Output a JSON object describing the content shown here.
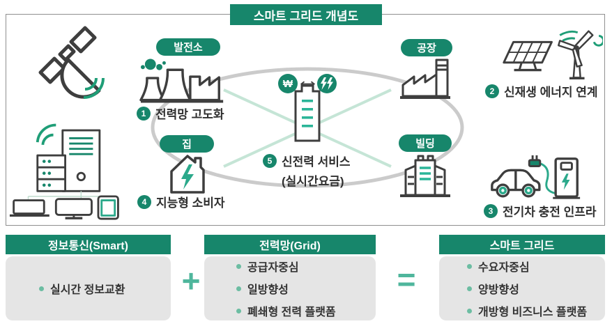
{
  "colors": {
    "primary_green": "#17866B",
    "accent_teal": "#2BA98B",
    "operator_teal": "#4FB69C",
    "connection_line_green": "#C5E5D6",
    "ellipse_gray": "#CBCBCB",
    "panel_gray": "#E5E5E5",
    "icon_stroke": "#3E3E3E"
  },
  "diagram": {
    "title": "스마트 그리드 개념도",
    "badges": {
      "plant": "발전소",
      "factory": "공장",
      "home": "집",
      "building": "빌딩"
    },
    "callouts": {
      "grid": {
        "num": "1",
        "text": "전력망 고도화"
      },
      "renewable": {
        "num": "2",
        "text": "신재생 에너지 연계"
      },
      "ev": {
        "num": "3",
        "text": "전기차 충전 인프라"
      },
      "consumer": {
        "num": "4",
        "text": "지능형 소비자"
      },
      "service": {
        "num": "5",
        "text": "신전력 서비스",
        "sub": "(실시간요금)"
      }
    },
    "center": {
      "won_symbol": "₩"
    },
    "icons": [
      "satellite-icon",
      "server-network-icon",
      "power-plant-icon",
      "factory-icon",
      "smart-home-icon",
      "building-icon",
      "solar-panel-icon",
      "wind-turbine-icon",
      "ev-charging-icon",
      "battery-icon",
      "won-circle-icon",
      "bolt-circle-icon",
      "exchange-arrow-icon"
    ]
  },
  "summary": {
    "operators": {
      "plus": "+",
      "equals": "="
    },
    "panels": [
      {
        "title": "정보통신(Smart)",
        "items": [
          "실시간 정보교환"
        ]
      },
      {
        "title": "전력망(Grid)",
        "items": [
          "공급자중심",
          "일방향성",
          "폐쇄형 전력 플랫폼"
        ]
      },
      {
        "title": "스마트 그리드",
        "items": [
          "수요자중심",
          "양방향성",
          "개방형 비즈니스 플랫폼"
        ]
      }
    ]
  }
}
